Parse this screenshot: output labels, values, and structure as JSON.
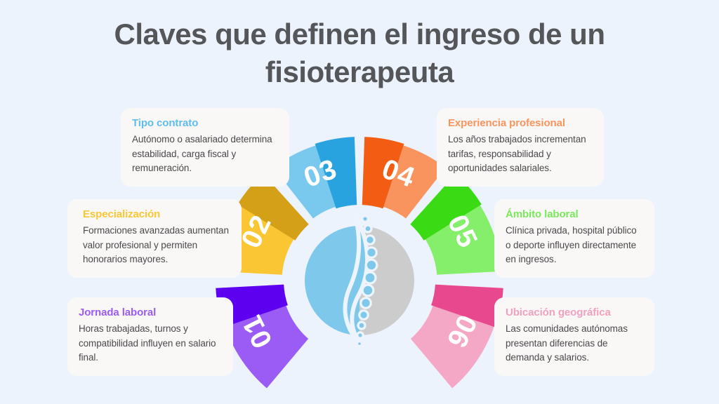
{
  "page": {
    "title": "Claves que definen el ingreso de un fisioterapeuta",
    "background_color": "#edf3fd",
    "card_background_color": "#faf8f6",
    "title_color": "#555659",
    "body_text_color": "#4a4a4d"
  },
  "center_graphic": {
    "name": "spine-illustration",
    "circle_left_color": "#7ec8ec",
    "circle_right_color": "#cccccc",
    "spine_color": "#7ec8ec"
  },
  "segments": [
    {
      "number": "01",
      "color": "#9b5cf6",
      "accent_color": "#5e00f0",
      "title": "Jornada laboral",
      "title_color": "#9b5cf6",
      "text": "Horas trabajadas, turnos y compatibilidad influyen en salario final."
    },
    {
      "number": "02",
      "color": "#fbc633",
      "accent_color": "#d4a017",
      "title": "Especialización",
      "title_color": "#fbc633",
      "text": "Formaciones avanzadas aumentan valor profesional y permiten honorarios mayores."
    },
    {
      "number": "03",
      "color": "#79c8ee",
      "accent_color": "#29a3e0",
      "title": "Tipo contrato",
      "title_color": "#5fbdeb",
      "text": "Autónomo o asalariado determina estabilidad, carga fiscal y remuneración."
    },
    {
      "number": "04",
      "color": "#f9945e",
      "accent_color": "#f25c13",
      "title": "Experiencia profesional",
      "title_color": "#f9945e",
      "text": "Los años trabajados incrementan tarifas, responsabilidad y oportunidades salariales."
    },
    {
      "number": "05",
      "color": "#85ee6a",
      "accent_color": "#3adb14",
      "title": "Ámbito laboral",
      "title_color": "#79e85c",
      "text": "Clínica privada, hospital público o deporte influyen directamente en ingresos."
    },
    {
      "number": "06",
      "color": "#f5a8c6",
      "accent_color": "#e8488e",
      "title": "Ubicación geográfica",
      "title_color": "#f2a0c0",
      "text": "Las comunidades autónomas presentan diferencias de demanda y salarios."
    }
  ]
}
